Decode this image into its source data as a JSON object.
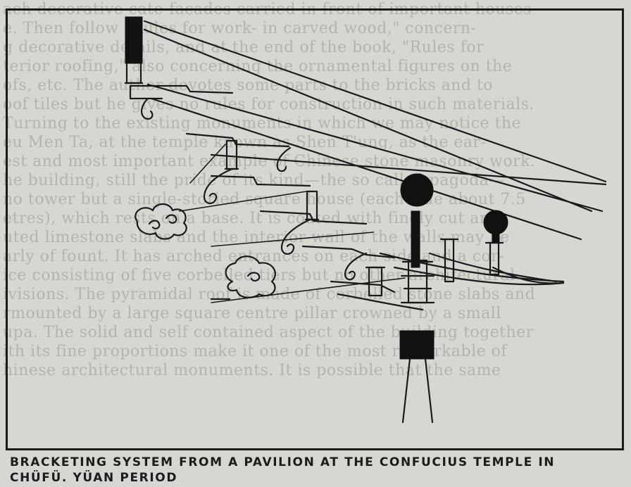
{
  "background_text": [
    "ach decorative cate-facades carried in front of important houses",
    "e. Then follow \"Rules for work- in carved wood,\" concern-",
    "g decorative details, and at the end of the book, \"Rules for",
    "terior roofing,\" also concerning the ornamental figures on the",
    "ofs, etc. The author devotes some parts to the bricks and to",
    "oof tiles but he gives no rules for construction in such materials.",
    "Turning to the existing monuments in which we may notice the",
    "eu Men Ta, at the temple known as Shen T'ung, as the ear-",
    "est and most important example of Chinese stone masonry work.",
    "he building, still the pride of its kind—the so called pagoda—",
    "no tower but a single-storied square house (each side about 7.5",
    "etres), which rests on a base. It is coated with finely cut and",
    "uted limestone slabs and the interior wall of the walls may be",
    "arly of fount. It has arched entrances on each side and a cor-",
    "ice consisting of five corbelled tiers but no other architectural",
    "ivisions. The pyramidal roof is made of corbelled stone slabs and",
    "rmounted by a large square centre pillar crowned by a small",
    "upa. The solid and self contained aspect of the building together",
    "ith its fine proportions make it one of the most remarkable of",
    "hinese architectural monuments. It is possible that the same"
  ],
  "caption": {
    "line1": "BRACKETING SYSTEM FROM A PAVILION AT THE CONFUCIUS TEMPLE IN",
    "line2": "CHÜFÜ.  YÜAN PERIOD"
  }
}
